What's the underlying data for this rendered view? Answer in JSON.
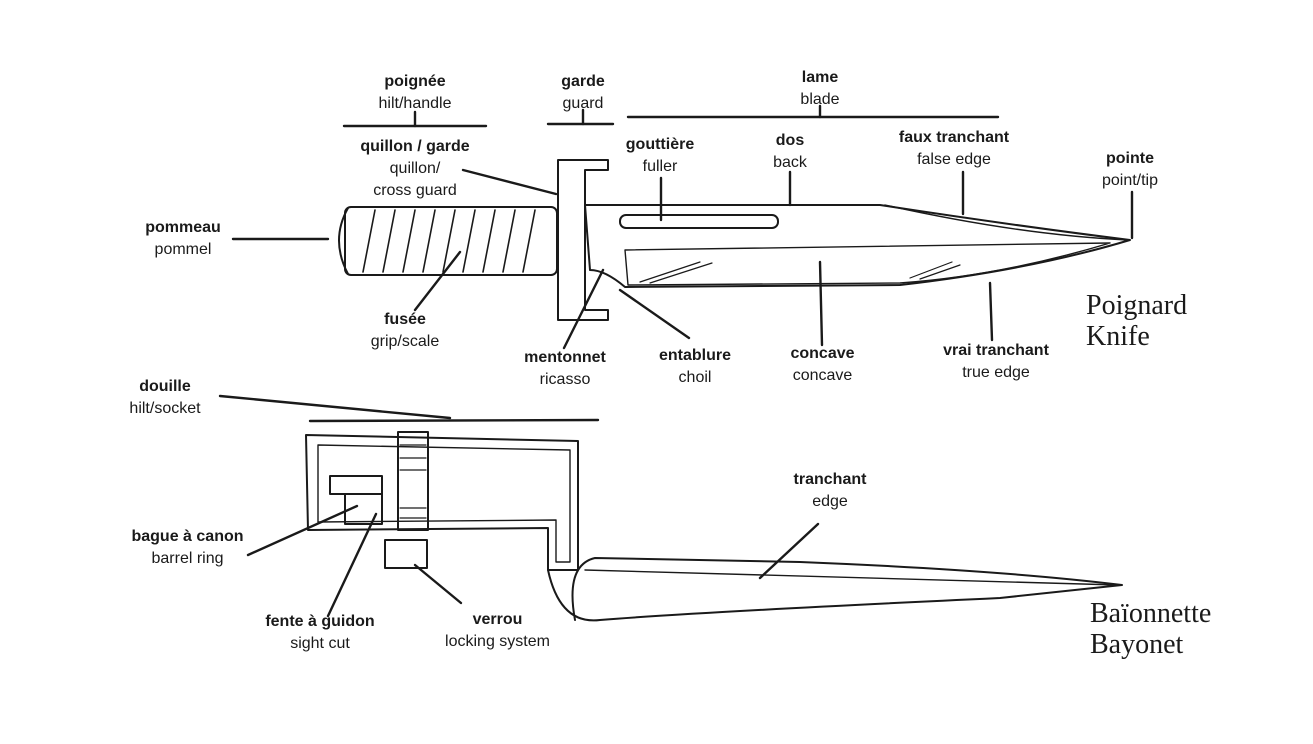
{
  "titles": {
    "knife": [
      "Poignard",
      "Knife"
    ],
    "bayonet": [
      "Baïonnette",
      "Bayonet"
    ]
  },
  "labels": {
    "poignee": {
      "fr": "poignée",
      "en": "hilt/handle"
    },
    "garde": {
      "fr": "garde",
      "en": "guard"
    },
    "lame": {
      "fr": "lame",
      "en": "blade"
    },
    "quillon": {
      "fr": "quillon / garde",
      "en": "quillon/",
      "en2": "cross  guard"
    },
    "gouttiere": {
      "fr": "gouttière",
      "en": "fuller"
    },
    "dos": {
      "fr": "dos",
      "en": "back"
    },
    "faux_tranchant": {
      "fr": "faux  tranchant",
      "en": "false  edge"
    },
    "pointe": {
      "fr": "pointe",
      "en": "point/tip"
    },
    "pommeau": {
      "fr": "pommeau",
      "en": "pommel"
    },
    "fusee": {
      "fr": "fusée",
      "en": "grip/scale"
    },
    "mentonnet": {
      "fr": "mentonnet",
      "en": "ricasso"
    },
    "entablure": {
      "fr": "entablure",
      "en": "choil"
    },
    "concave": {
      "fr": "concave",
      "en": "concave"
    },
    "vrai_tranchant": {
      "fr": "vrai  tranchant",
      "en": "true  edge"
    },
    "douille": {
      "fr": "douille",
      "en": "hilt/socket"
    },
    "tranchant": {
      "fr": "tranchant",
      "en": "edge"
    },
    "bague": {
      "fr": "bague  à  canon",
      "en": "barrel  ring"
    },
    "fente": {
      "fr": "fente  à  guidon",
      "en": "sight  cut"
    },
    "verrou": {
      "fr": "verrou",
      "en": "locking  system"
    }
  }
}
